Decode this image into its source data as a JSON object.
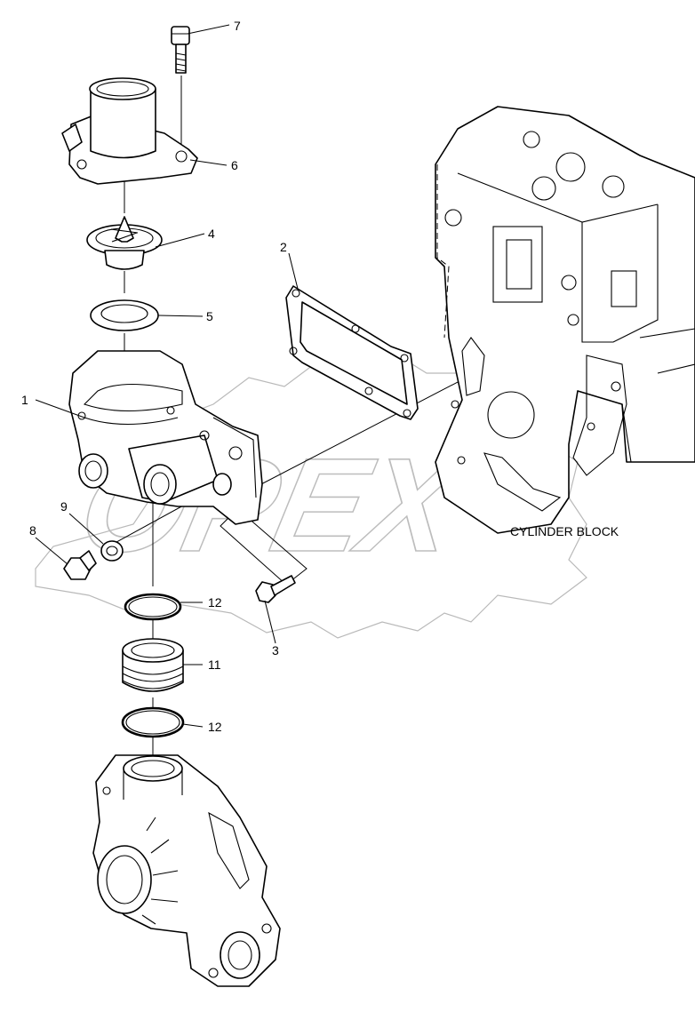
{
  "watermark": {
    "text": "OPEX"
  },
  "labels": {
    "cylinder_block": "CYLINDER BLOCK",
    "part_1": "1",
    "part_2": "2",
    "part_3": "3",
    "part_4": "4",
    "part_5": "5",
    "part_6": "6",
    "part_7": "7",
    "part_8": "8",
    "part_9": "9",
    "part_11": "11",
    "part_12_upper": "12",
    "part_12_lower": "12"
  }
}
